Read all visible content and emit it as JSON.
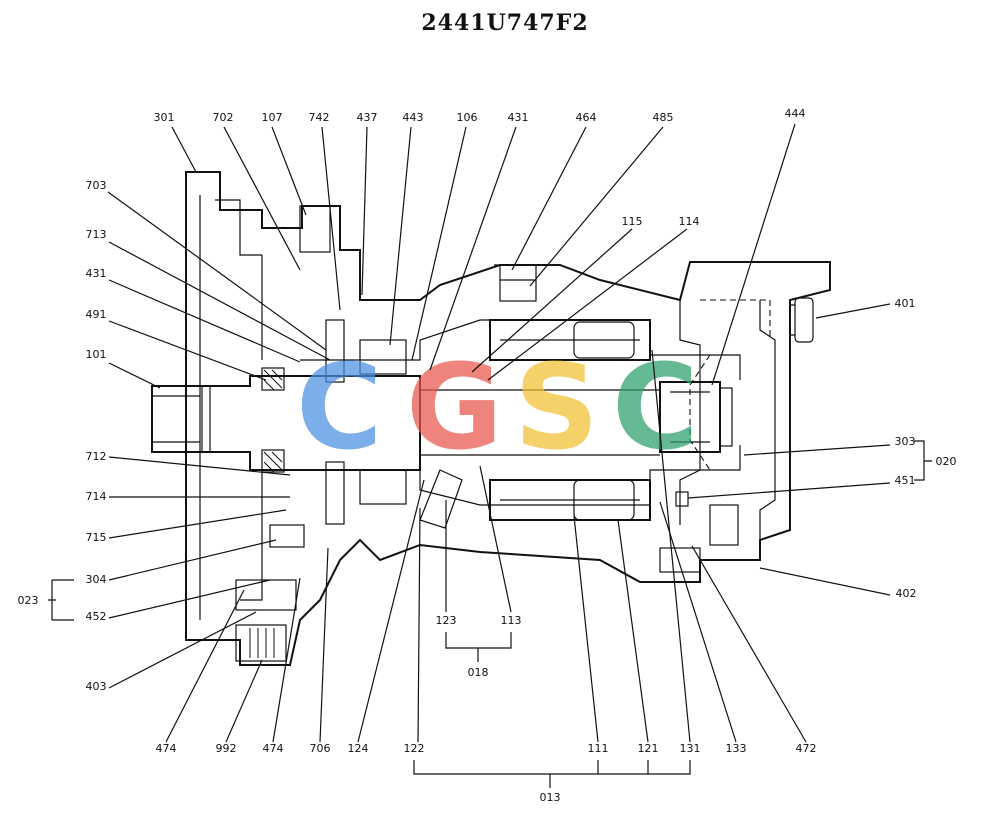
{
  "title": "2441U747F2",
  "watermark": {
    "letters": [
      "C",
      "G",
      "S",
      "C"
    ],
    "colors": [
      "#4a90e2",
      "#e8564a",
      "#f2c230",
      "#2aa06a"
    ]
  },
  "labels": {
    "l301": "301",
    "l702": "702",
    "l107": "107",
    "l742": "742",
    "l437": "437",
    "l443": "443",
    "l106": "106",
    "l431a": "431",
    "l464": "464",
    "l485": "485",
    "l444": "444",
    "l703": "703",
    "l115": "115",
    "l114": "114",
    "l713": "713",
    "l431b": "431",
    "l491": "491",
    "l101": "101",
    "l401": "401",
    "l303": "303",
    "l020": "020",
    "l712": "712",
    "l451": "451",
    "l714": "714",
    "l715": "715",
    "l304": "304",
    "l023": "023",
    "l452": "452",
    "l402": "402",
    "l403": "403",
    "l123": "123",
    "l113": "113",
    "l018": "018",
    "l474a": "474",
    "l992": "992",
    "l474b": "474",
    "l706": "706",
    "l124": "124",
    "l122": "122",
    "l111": "111",
    "l121": "121",
    "l131": "131",
    "l133": "133",
    "l472": "472",
    "l013": "013"
  }
}
